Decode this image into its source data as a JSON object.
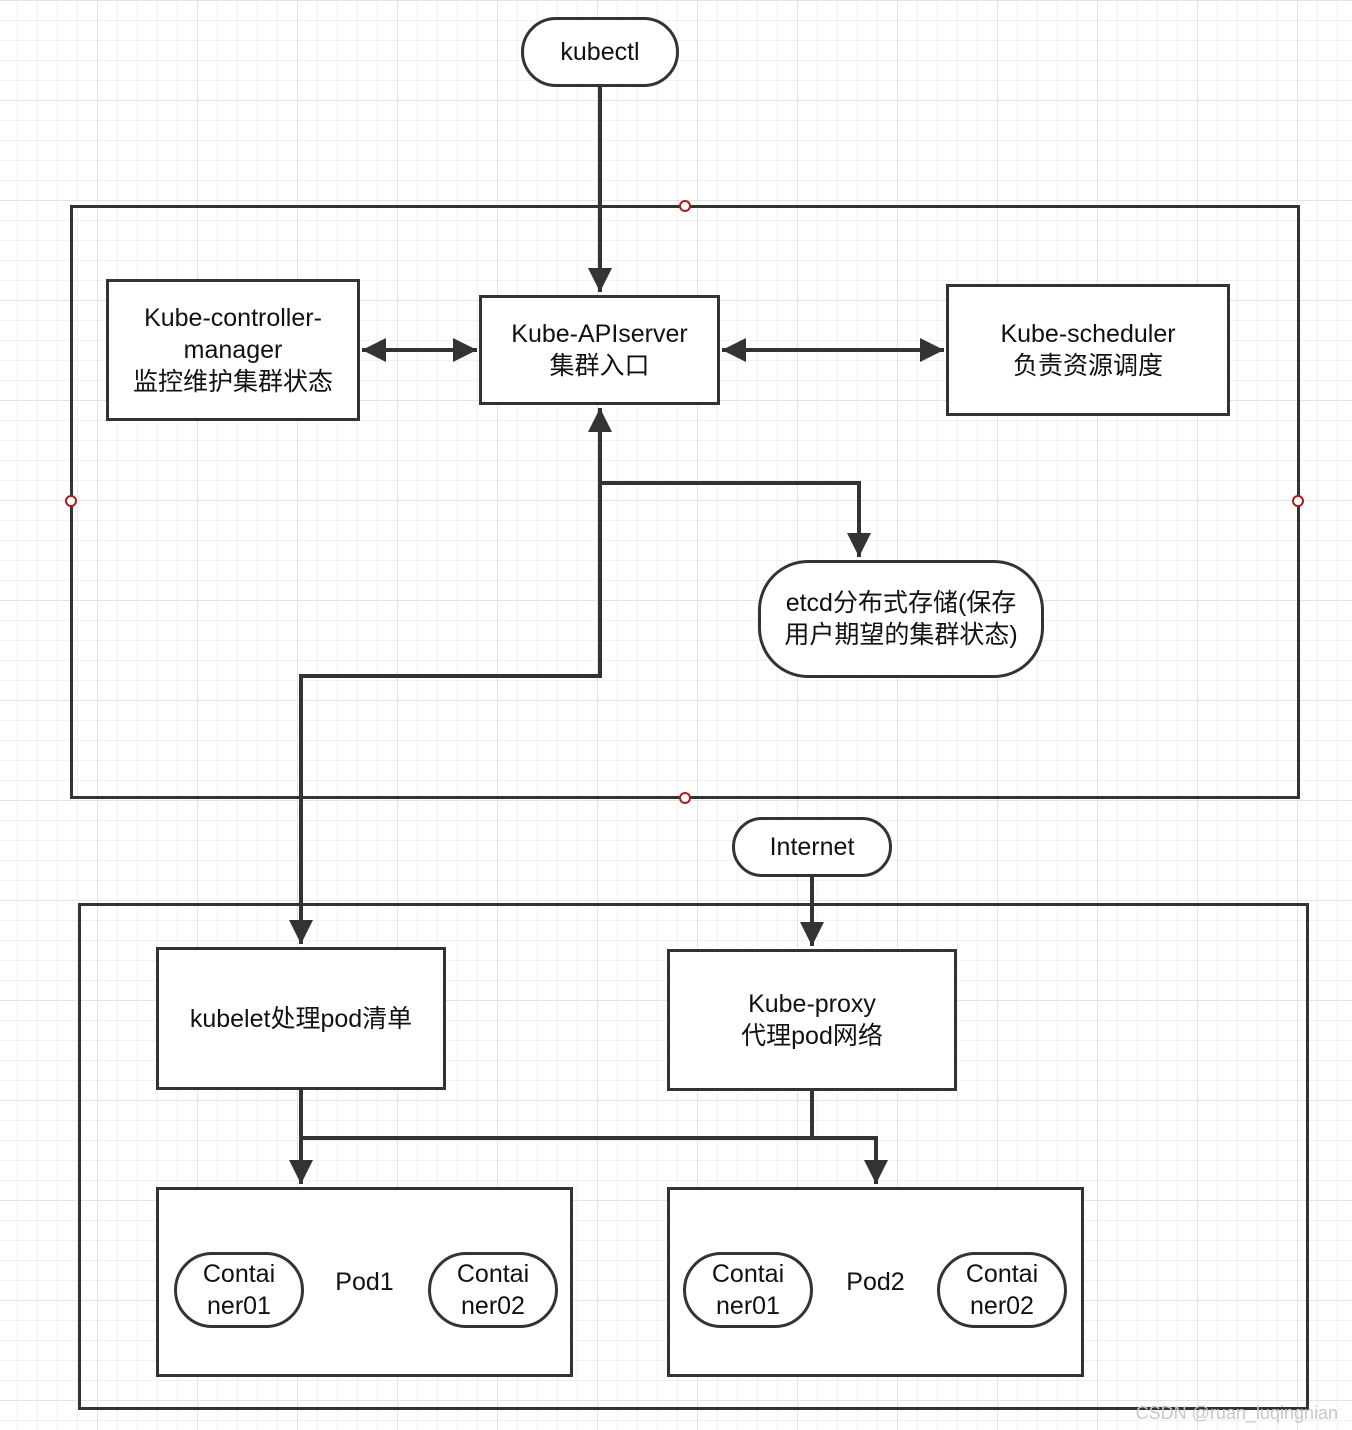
{
  "nodes": {
    "kubectl": "kubectl",
    "apiserver": "Kube-APIserver\n集群入口",
    "controller_manager": "Kube-controller-\nmanager\n监控维护集群状态",
    "scheduler": "Kube-scheduler\n负责资源调度",
    "etcd": "etcd分布式存储(保存\n用户期望的集群状态)",
    "internet": "Internet",
    "kubelet": "kubelet处理pod清单",
    "kube_proxy": "Kube-proxy\n代理pod网络",
    "pod1": {
      "label": "Pod1",
      "container_a": "Contai\nner01",
      "container_b": "Contai\nner02"
    },
    "pod2": {
      "label": "Pod2",
      "container_a": "Contai\nner01",
      "container_b": "Contai\nner02"
    }
  },
  "edges": [
    {
      "from": "kubectl",
      "to": "apiserver",
      "direction": "one-way"
    },
    {
      "from": "controller_manager",
      "to": "apiserver",
      "direction": "two-way"
    },
    {
      "from": "apiserver",
      "to": "scheduler",
      "direction": "two-way"
    },
    {
      "from": "apiserver",
      "to": "etcd",
      "direction": "one-way"
    },
    {
      "from": "apiserver",
      "to": "kubelet",
      "direction": "two-way"
    },
    {
      "from": "internet",
      "to": "kube_proxy",
      "direction": "one-way"
    },
    {
      "from": "kubelet",
      "to": "pod1",
      "direction": "one-way"
    },
    {
      "from": "kube_proxy",
      "to": "pod2",
      "direction": "one-way"
    }
  ],
  "colors": {
    "stroke": "#333333",
    "handle": "#a02020",
    "background": "#ffffff",
    "grid": "#e3e3e3"
  },
  "watermark": "CSDN @ruan_luqingnian"
}
